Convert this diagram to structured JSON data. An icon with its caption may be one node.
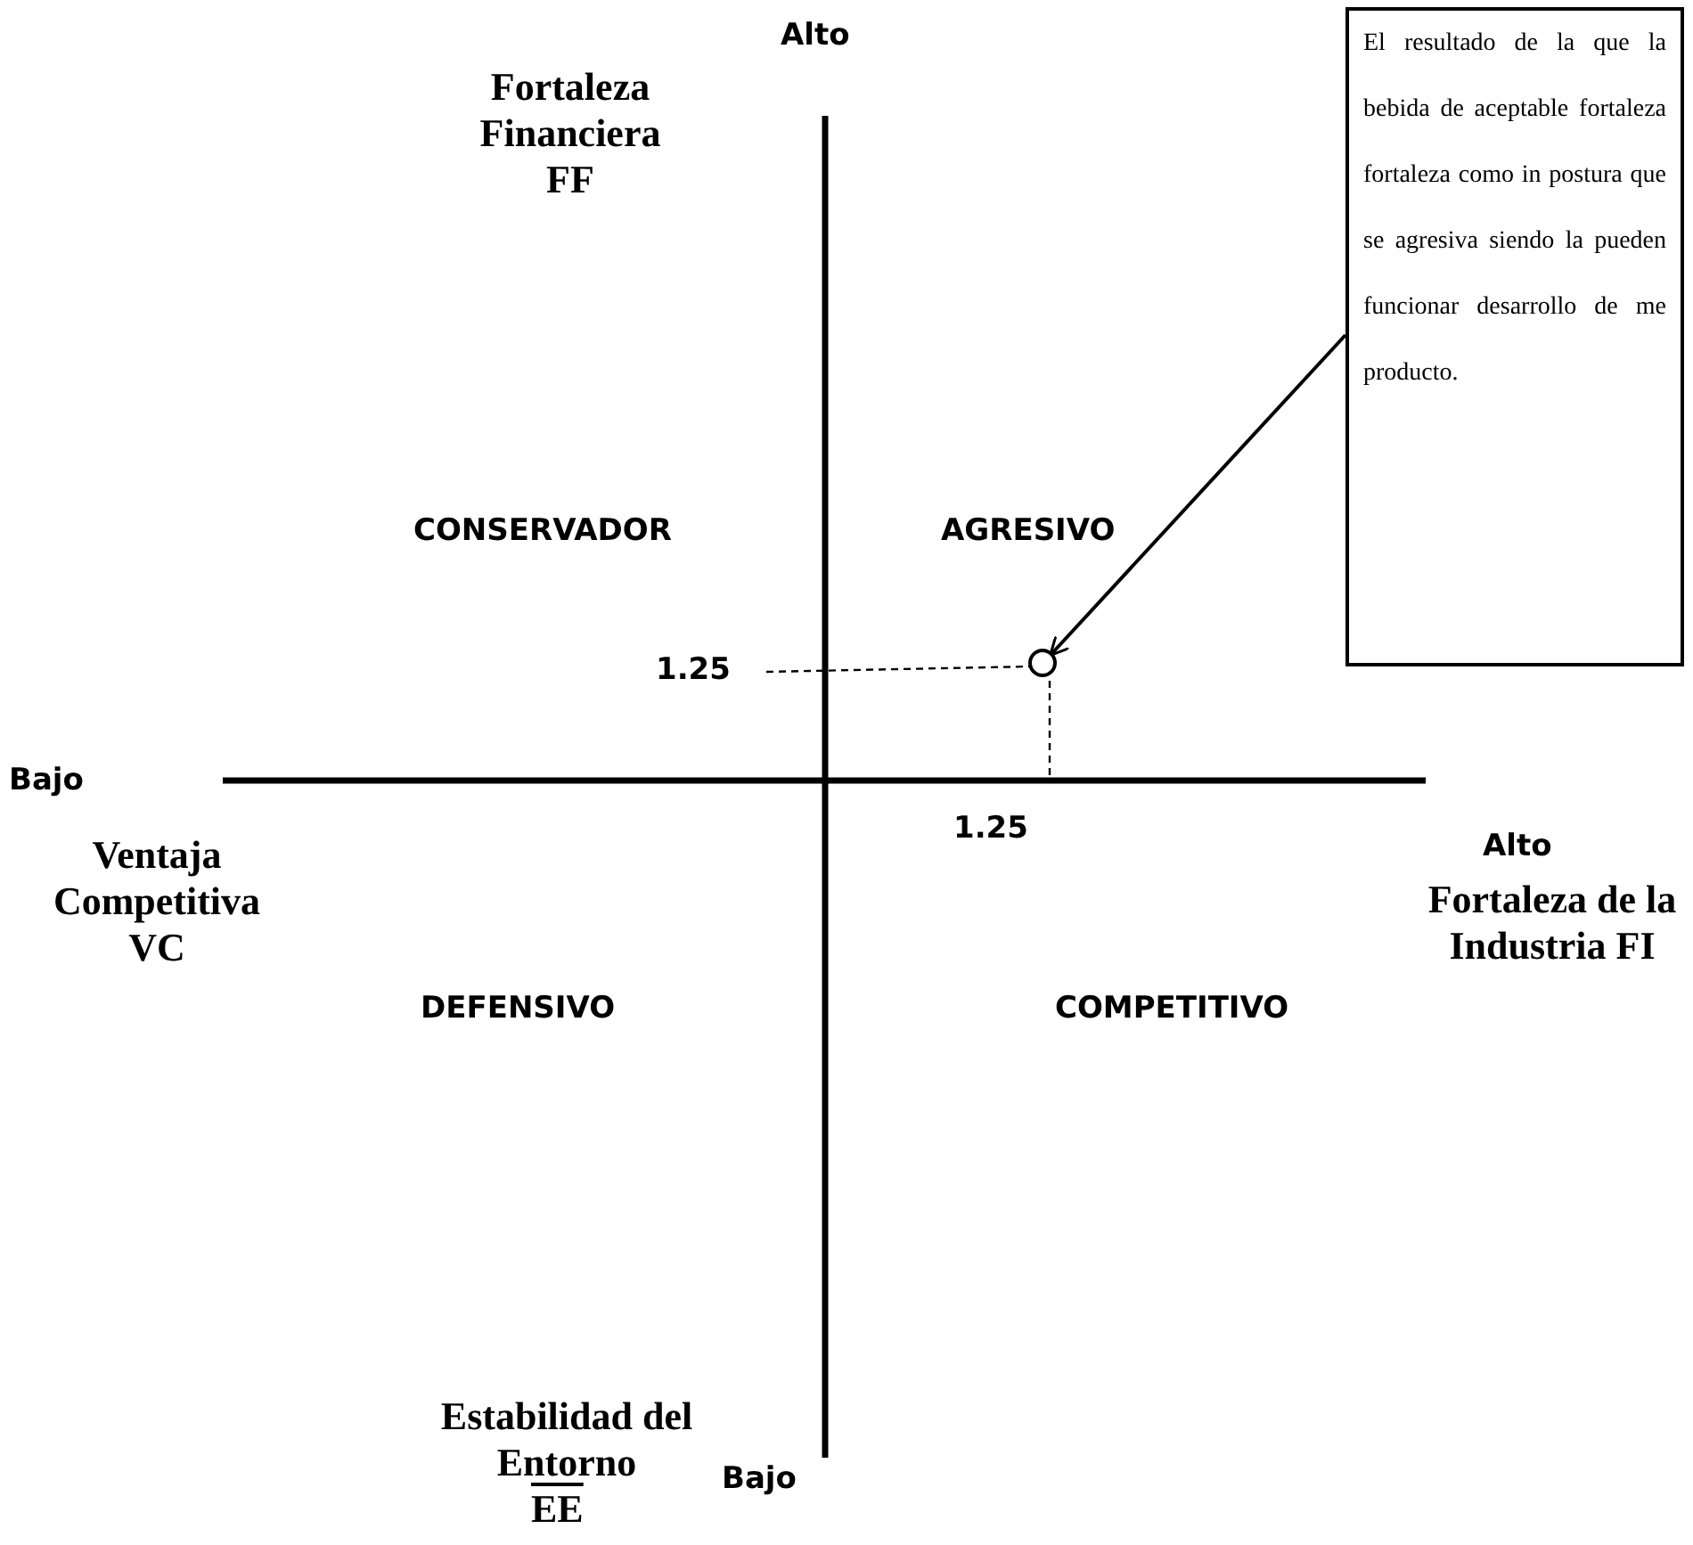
{
  "diagram": {
    "nodes": [
      {
        "text": [
          "El resultado de la que la bebida de aceptable fortaleza fortaleza como in postura que se agresiva siendo la pueden funcionar desarrollo de me producto."
        ]
      },
      {
        "text": [],
        "shape": "circle"
      }
    ],
    "edges": [
      {
        "from": 0,
        "to": 1,
        "arrow": "to"
      }
    ],
    "labels": [
      "Alto",
      "Fortaleza Financiera FF",
      "CONSERVADOR",
      "AGRESIVO",
      "1.25",
      "Bajo",
      "1.25",
      "Alto",
      "Ventaja Competitiva VC",
      "Fortaleza de la Industria FI",
      "DEFENSIVO",
      "COMPETITIVO",
      "Estabilidad del Entorno",
      "Bajo",
      "EE"
    ]
  }
}
